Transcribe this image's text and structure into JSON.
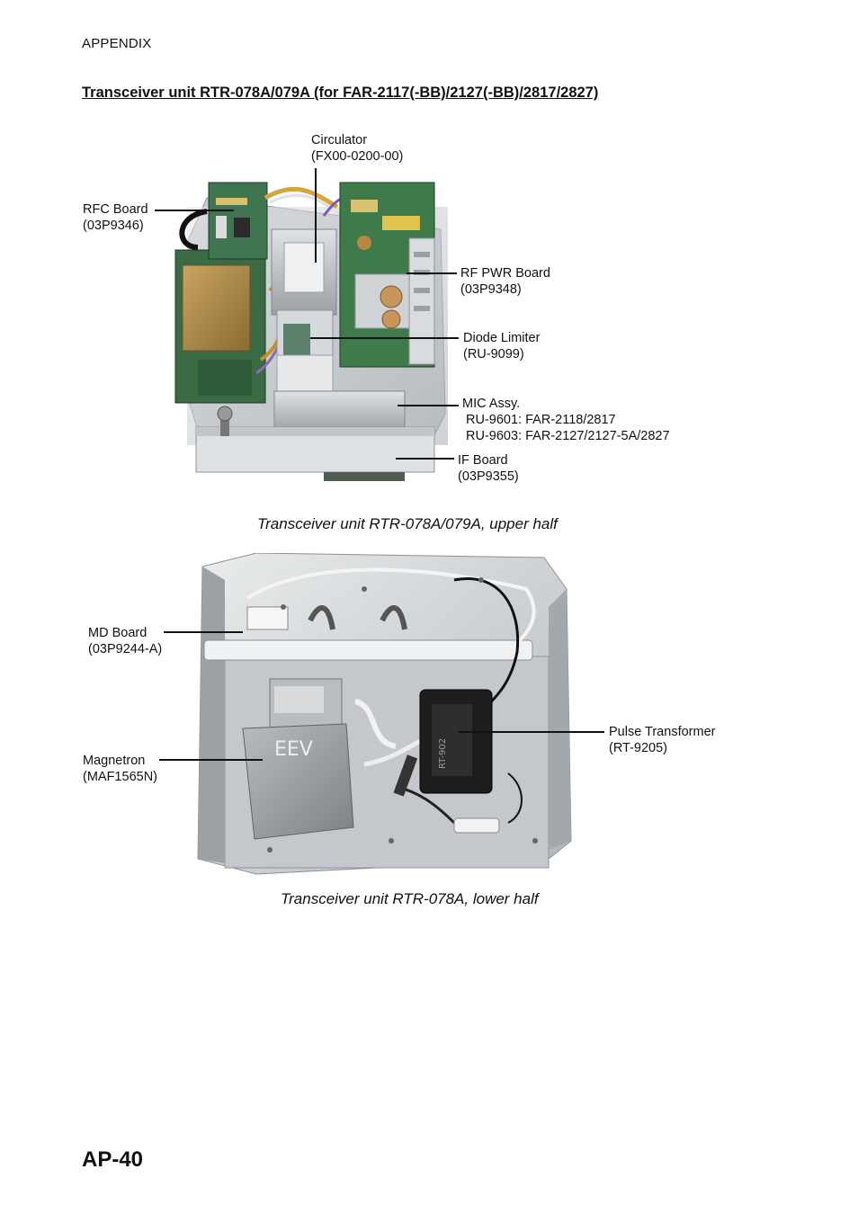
{
  "header": {
    "section": "APPENDIX"
  },
  "title": "Transceiver unit RTR-078A/079A (for FAR-2117(-BB)/2127(-BB)/2817/2827)",
  "upper": {
    "caption": "Transceiver unit RTR-078A/079A, upper half",
    "labels": {
      "circulator": {
        "line1": "Circulator",
        "line2": "(FX00-0200-00)"
      },
      "rfc_board": {
        "line1": "RFC Board",
        "line2": "(03P9346)"
      },
      "rf_pwr_board": {
        "line1": "RF PWR Board",
        "line2": "(03P9348)"
      },
      "diode_limiter": {
        "line1": "Diode Limiter",
        "line2": "(RU-9099)"
      },
      "mic_assy": {
        "line1": "MIC Assy.",
        "line2": " RU-9601: FAR-2118/2817",
        "line3": " RU-9603: FAR-2127/2127-5A/2827"
      },
      "if_board": {
        "line1": "IF Board",
        "line2": "(03P9355)"
      }
    }
  },
  "lower": {
    "caption": "Transceiver unit RTR-078A, lower half",
    "labels": {
      "md_board": {
        "line1": "MD Board",
        "line2": "(03P9244-A)"
      },
      "magnetron": {
        "line1": "Magnetron",
        "line2": "(MAF1565N)"
      },
      "pulse_transformer": {
        "line1": "Pulse Transformer",
        "line2": "(RT-9205)"
      }
    },
    "magnetron_marking": "EEV",
    "transformer_marking": "RT-902"
  },
  "page_number": "AP-40"
}
